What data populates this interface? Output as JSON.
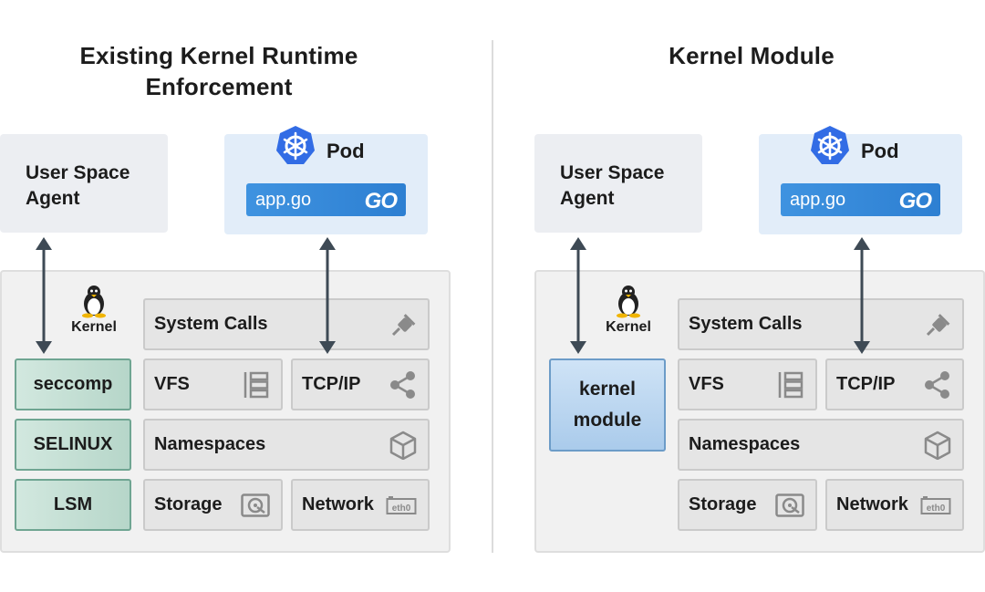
{
  "left": {
    "title_line1": "Existing Kernel Runtime",
    "title_line2": "Enforcement",
    "user_agent_line1": "User Space",
    "user_agent_line2": "Agent",
    "pod_label": "Pod",
    "app_label": "app.go",
    "go_logo": "GO",
    "kernel_label": "Kernel",
    "system_calls": "System Calls",
    "vfs": "VFS",
    "tcpip": "TCP/IP",
    "namespaces": "Namespaces",
    "storage": "Storage",
    "network": "Network",
    "eth0": "eth0",
    "seccomp": "seccomp",
    "selinux": "SELINUX",
    "lsm": "LSM"
  },
  "right": {
    "title": "Kernel Module",
    "user_agent_line1": "User Space",
    "user_agent_line2": "Agent",
    "pod_label": "Pod",
    "app_label": "app.go",
    "go_logo": "GO",
    "kernel_label": "Kernel",
    "system_calls": "System Calls",
    "vfs": "VFS",
    "tcpip": "TCP/IP",
    "namespaces": "Namespaces",
    "storage": "Storage",
    "network": "Network",
    "eth0": "eth0",
    "kernel_module_line1": "kernel",
    "kernel_module_line2": "module"
  },
  "colors": {
    "accent_green": "#b6d6c9",
    "accent_blue": "#aacbeb",
    "kubernetes_blue": "#326ce5",
    "arrow": "#3e4a55"
  },
  "icons": [
    "kubernetes-icon",
    "go-logo",
    "tux-icon",
    "plug-icon",
    "list-icon",
    "share-icon",
    "cube-icon",
    "disk-icon",
    "eth0-port-icon"
  ]
}
